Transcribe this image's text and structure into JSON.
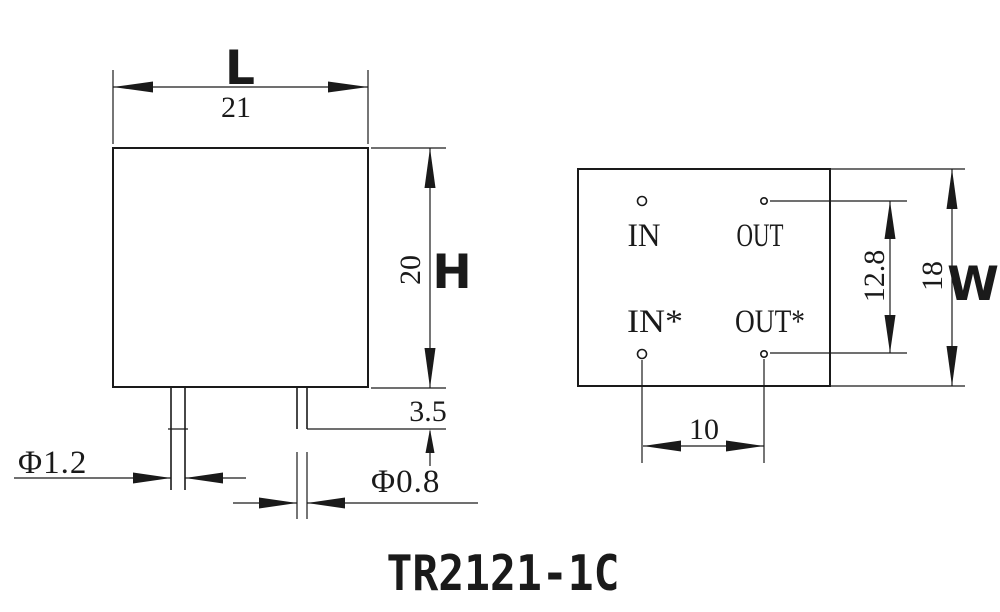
{
  "drawing": {
    "title": "TR2121-1C",
    "front_view": {
      "length_label": "L",
      "length_value": "21",
      "height_label": "H",
      "height_value": "20",
      "pin_protrusion_value": "3.5",
      "primary_pin_diameter": "Φ1.2",
      "secondary_pin_diameter": "Φ0.8"
    },
    "bottom_view": {
      "pin_labels": {
        "in": "IN",
        "out": "OUT",
        "in_star": "IN*",
        "out_star": "OUT*"
      },
      "pin_row_spacing_value": "12.8",
      "width_label": "W",
      "width_value": "18",
      "pin_column_spacing_value": "10"
    },
    "colors": {
      "line": "#1a1a1a",
      "background": "#ffffff"
    }
  }
}
